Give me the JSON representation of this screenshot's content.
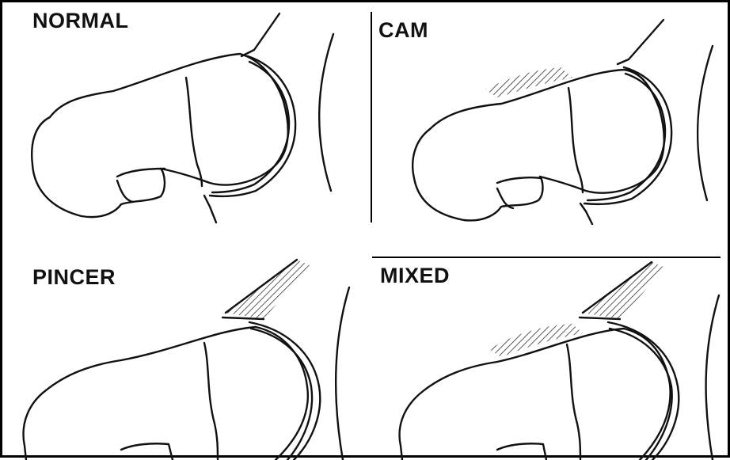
{
  "panels": [
    {
      "label": "NORMAL"
    },
    {
      "label": "CAM"
    },
    {
      "label": "PINCER"
    },
    {
      "label": "MIXED"
    }
  ],
  "colors": {
    "line": "#111111",
    "background": "#ffffff"
  }
}
